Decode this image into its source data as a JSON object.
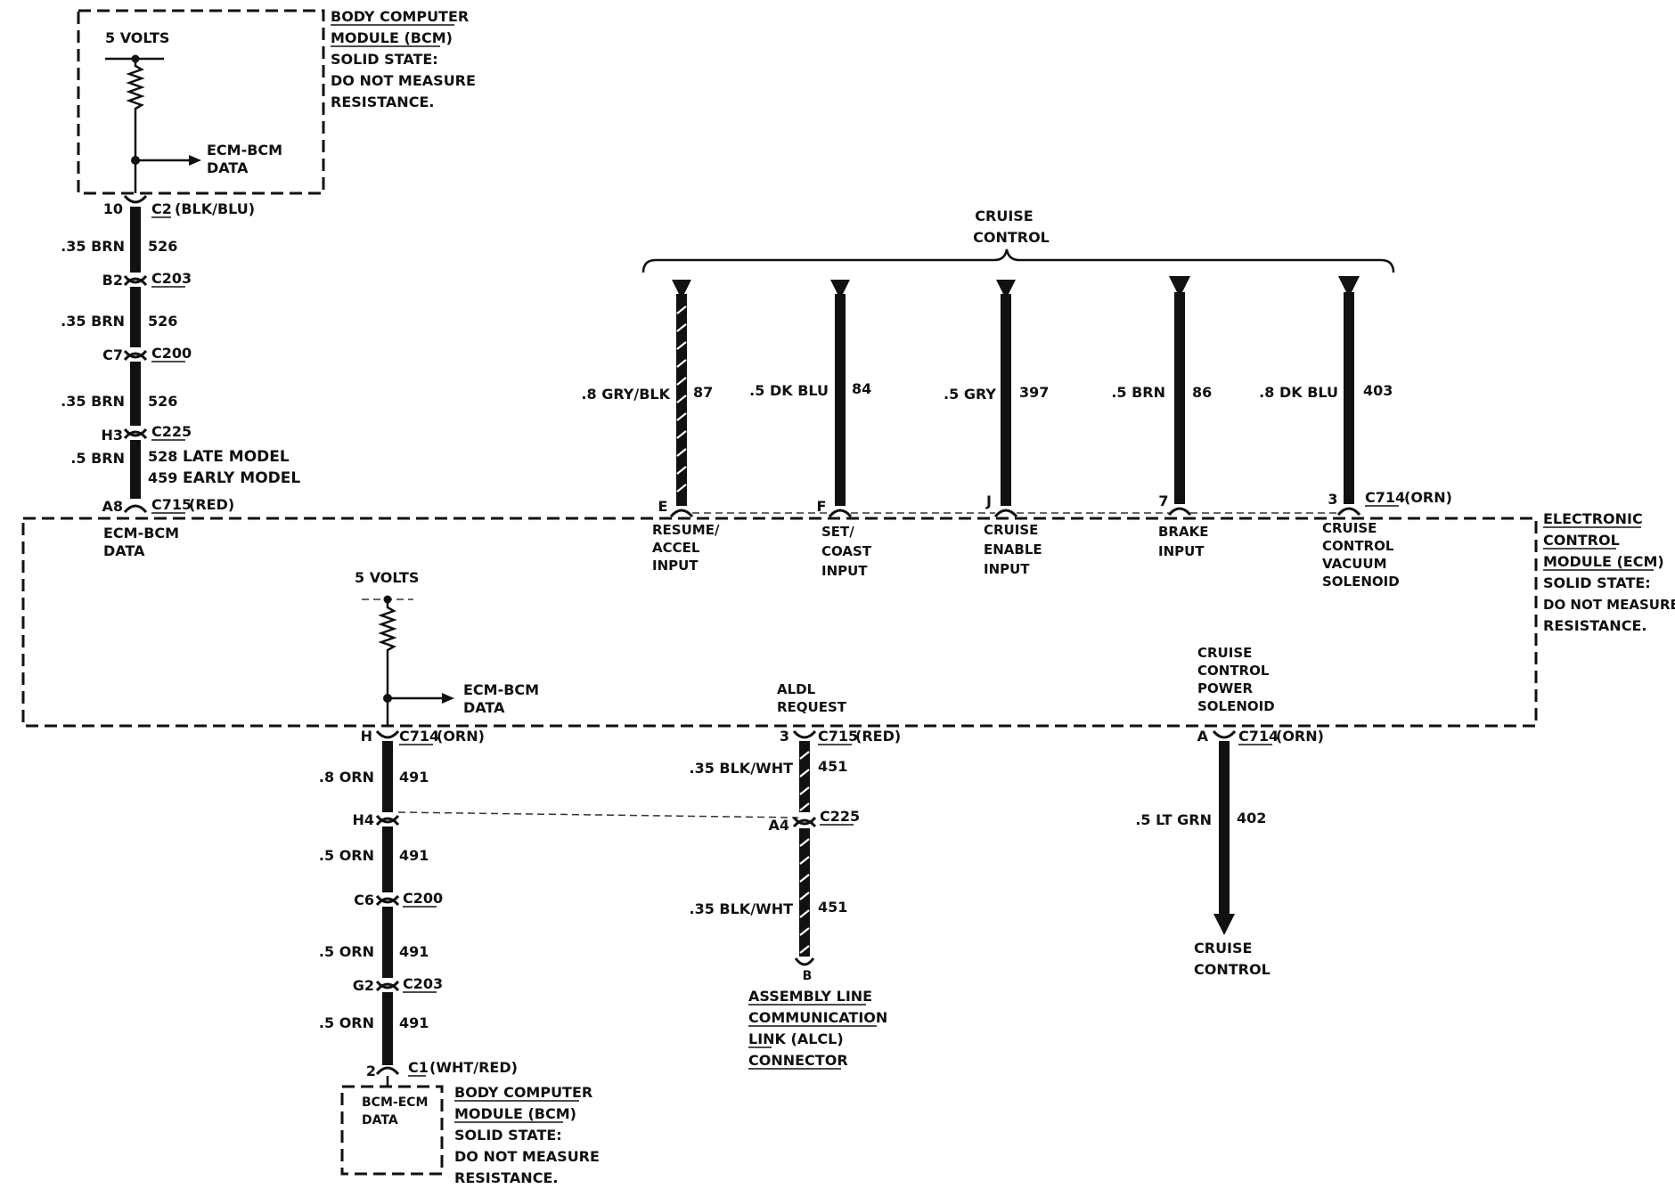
{
  "bcm_top": {
    "voltage": "5 VOLTS",
    "data_arrow": [
      "ECM-BCM",
      "DATA"
    ],
    "label": [
      "BODY COMPUTER",
      "MODULE (BCM)",
      "SOLID STATE:",
      "DO NOT MEASURE",
      "RESISTANCE."
    ]
  },
  "left_harness": {
    "pins": [
      "10",
      "B2",
      "C7",
      "H3",
      "A8"
    ],
    "connectors": [
      "C2",
      "C203",
      "C200",
      "C225",
      "C715"
    ],
    "connector_colors": [
      "(BLK/BLU)",
      "",
      "",
      "",
      "(RED)"
    ],
    "wires": [
      ".35 BRN",
      ".35 BRN",
      ".35 BRN",
      ".5 BRN"
    ],
    "circuits": [
      "526",
      "526",
      "526",
      "528",
      "459"
    ],
    "model_notes": [
      "LATE MODEL",
      "EARLY MODEL"
    ]
  },
  "cruise_group": [
    "CRUISE",
    "CONTROL"
  ],
  "cruise_inputs": [
    {
      "wire": ".8 GRY/BLK",
      "circuit": "87",
      "pin": "E",
      "label": [
        "RESUME/",
        "ACCEL",
        "INPUT"
      ]
    },
    {
      "wire": ".5 DK BLU",
      "circuit": "84",
      "pin": "F",
      "label": [
        "SET/",
        "COAST",
        "INPUT"
      ]
    },
    {
      "wire": ".5 GRY",
      "circuit": "397",
      "pin": "J",
      "label": [
        "CRUISE",
        "ENABLE",
        "INPUT"
      ]
    },
    {
      "wire": ".5 BRN",
      "circuit": "86",
      "pin": "7",
      "label": [
        "BRAKE",
        "INPUT"
      ]
    },
    {
      "wire": ".8 DK BLU",
      "circuit": "403",
      "pin": "3",
      "connector": "C714",
      "connector_color": "(ORN)",
      "label": [
        "CRUISE",
        "CONTROL",
        "VACUUM",
        "SOLENOID"
      ]
    }
  ],
  "ecm": {
    "left_data": [
      "ECM-BCM",
      "DATA"
    ],
    "voltage": "5 VOLTS",
    "data_arrow": [
      "ECM-BCM",
      "DATA"
    ],
    "label": [
      "ELECTRONIC",
      "CONTROL",
      "MODULE (ECM)",
      "SOLID STATE:",
      "DO NOT MEASURE",
      "RESISTANCE."
    ],
    "aldl_request": [
      "ALDL",
      "REQUEST"
    ],
    "power_solenoid": [
      "CRUISE",
      "CONTROL",
      "POWER",
      "SOLENOID"
    ]
  },
  "bottom_left": {
    "pins": [
      "H",
      "H4",
      "C6",
      "G2",
      "2"
    ],
    "connectors": [
      "C714",
      "C200",
      "C203",
      "C1"
    ],
    "connector_colors": [
      "(ORN)",
      "",
      "",
      "(WHT/RED)"
    ],
    "wires": [
      ".8 ORN",
      ".5 ORN",
      ".5 ORN",
      ".5 ORN"
    ],
    "circuits": [
      "491",
      "491",
      "491",
      "491"
    ]
  },
  "bcm_bottom": {
    "data": [
      "BCM-ECM",
      "DATA"
    ],
    "label": [
      "BODY COMPUTER",
      "MODULE (BCM)",
      "SOLID STATE:",
      "DO NOT MEASURE",
      "RESISTANCE."
    ]
  },
  "aldl": {
    "pins": [
      "3",
      "A4",
      "B"
    ],
    "connectors": [
      "C715",
      "C225"
    ],
    "connector_colors": [
      "(RED)",
      ""
    ],
    "wires": [
      ".35 BLK/WHT",
      ".35 BLK/WHT"
    ],
    "circuits": [
      "451",
      "451"
    ],
    "label": [
      "ASSEMBLY LINE",
      "COMMUNICATION",
      "LINK (ALCL)",
      "CONNECTOR"
    ]
  },
  "cruise_power": {
    "pin": "A",
    "connector": "C714",
    "connector_color": "(ORN)",
    "wire": ".5 LT GRN",
    "circuit": "402",
    "destination": [
      "CRUISE",
      "CONTROL"
    ]
  }
}
